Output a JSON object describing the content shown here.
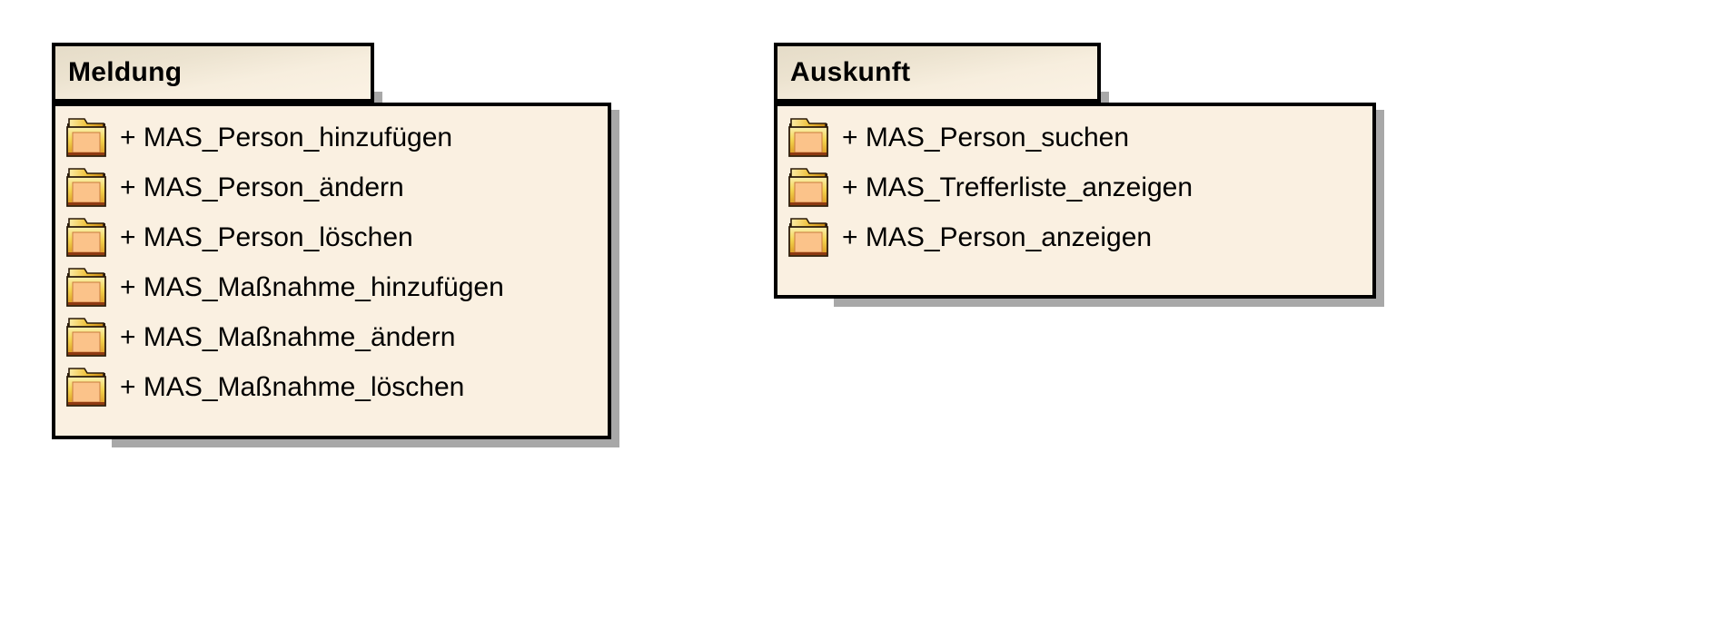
{
  "diagram": {
    "type": "uml-package-diagram",
    "background_color": "#FFFFFF",
    "packages": [
      {
        "id": "meldung",
        "name": "Meldung",
        "fill_color": "#FAF0E1",
        "border_color": "#000000",
        "shadow_color": "#A8A8A8",
        "items": [
          {
            "icon": "folder-icon",
            "visibility": "+",
            "label": "+ MAS_Person_hinzufügen"
          },
          {
            "icon": "folder-icon",
            "visibility": "+",
            "label": "+ MAS_Person_ändern"
          },
          {
            "icon": "folder-icon",
            "visibility": "+",
            "label": "+ MAS_Person_löschen"
          },
          {
            "icon": "folder-icon",
            "visibility": "+",
            "label": "+ MAS_Maßnahme_hinzufügen"
          },
          {
            "icon": "folder-icon",
            "visibility": "+",
            "label": "+ MAS_Maßnahme_ändern"
          },
          {
            "icon": "folder-icon",
            "visibility": "+",
            "label": "+ MAS_Maßnahme_löschen"
          }
        ]
      },
      {
        "id": "auskunft",
        "name": "Auskunft",
        "fill_color": "#FAF0E1",
        "border_color": "#000000",
        "shadow_color": "#A8A8A8",
        "items": [
          {
            "icon": "folder-icon",
            "visibility": "+",
            "label": "+ MAS_Person_suchen"
          },
          {
            "icon": "folder-icon",
            "visibility": "+",
            "label": "+ MAS_Trefferliste_anzeigen"
          },
          {
            "icon": "folder-icon",
            "visibility": "+",
            "label": "+ MAS_Person_anzeigen"
          }
        ]
      }
    ],
    "icon_colors": {
      "folder_border_light": "#F6E27A",
      "folder_border_gold": "#E2A93C",
      "folder_fill": "#FBC38A",
      "folder_bottom_shadow": "#8E3A12",
      "folder_outline": "#2B1A0A"
    }
  }
}
